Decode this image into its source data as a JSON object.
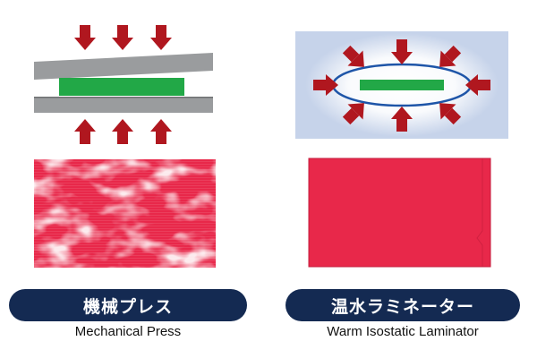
{
  "left_panel": {
    "title": "機械プレス",
    "caption": "Mechanical Press"
  },
  "right_panel": {
    "title": "温水ラミネーター",
    "caption": "Warm Isostatic Laminator"
  },
  "colors": {
    "arrow": "#b0171f",
    "plate": "#9a9c9e",
    "green_part": "#22a847",
    "chamber": "#c6d3ea",
    "ellipse": "#1e55a8",
    "badge": "#142a52",
    "sample_red": "#e8284a"
  },
  "icons": {
    "arrow": "pressure-arrow-icon"
  }
}
